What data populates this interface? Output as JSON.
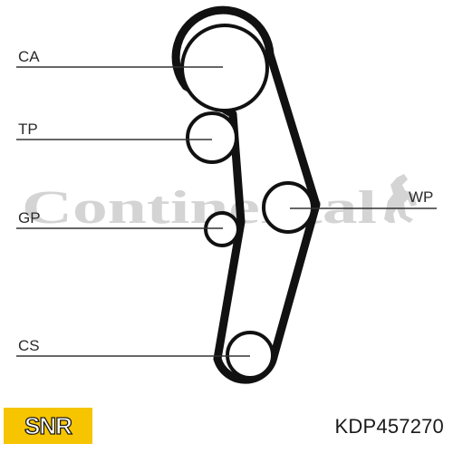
{
  "watermark": {
    "text": "Continental"
  },
  "labels": {
    "ca": "CA",
    "tp": "TP",
    "wp": "WP",
    "gp": "GP",
    "cs": "CS"
  },
  "footer": {
    "brand": "SNR",
    "part_number": "KDP457270"
  },
  "colors": {
    "belt": "#111111",
    "leader_line": "#333333",
    "watermark": "#d4d4d4",
    "brand_yellow": "#f7c400"
  }
}
